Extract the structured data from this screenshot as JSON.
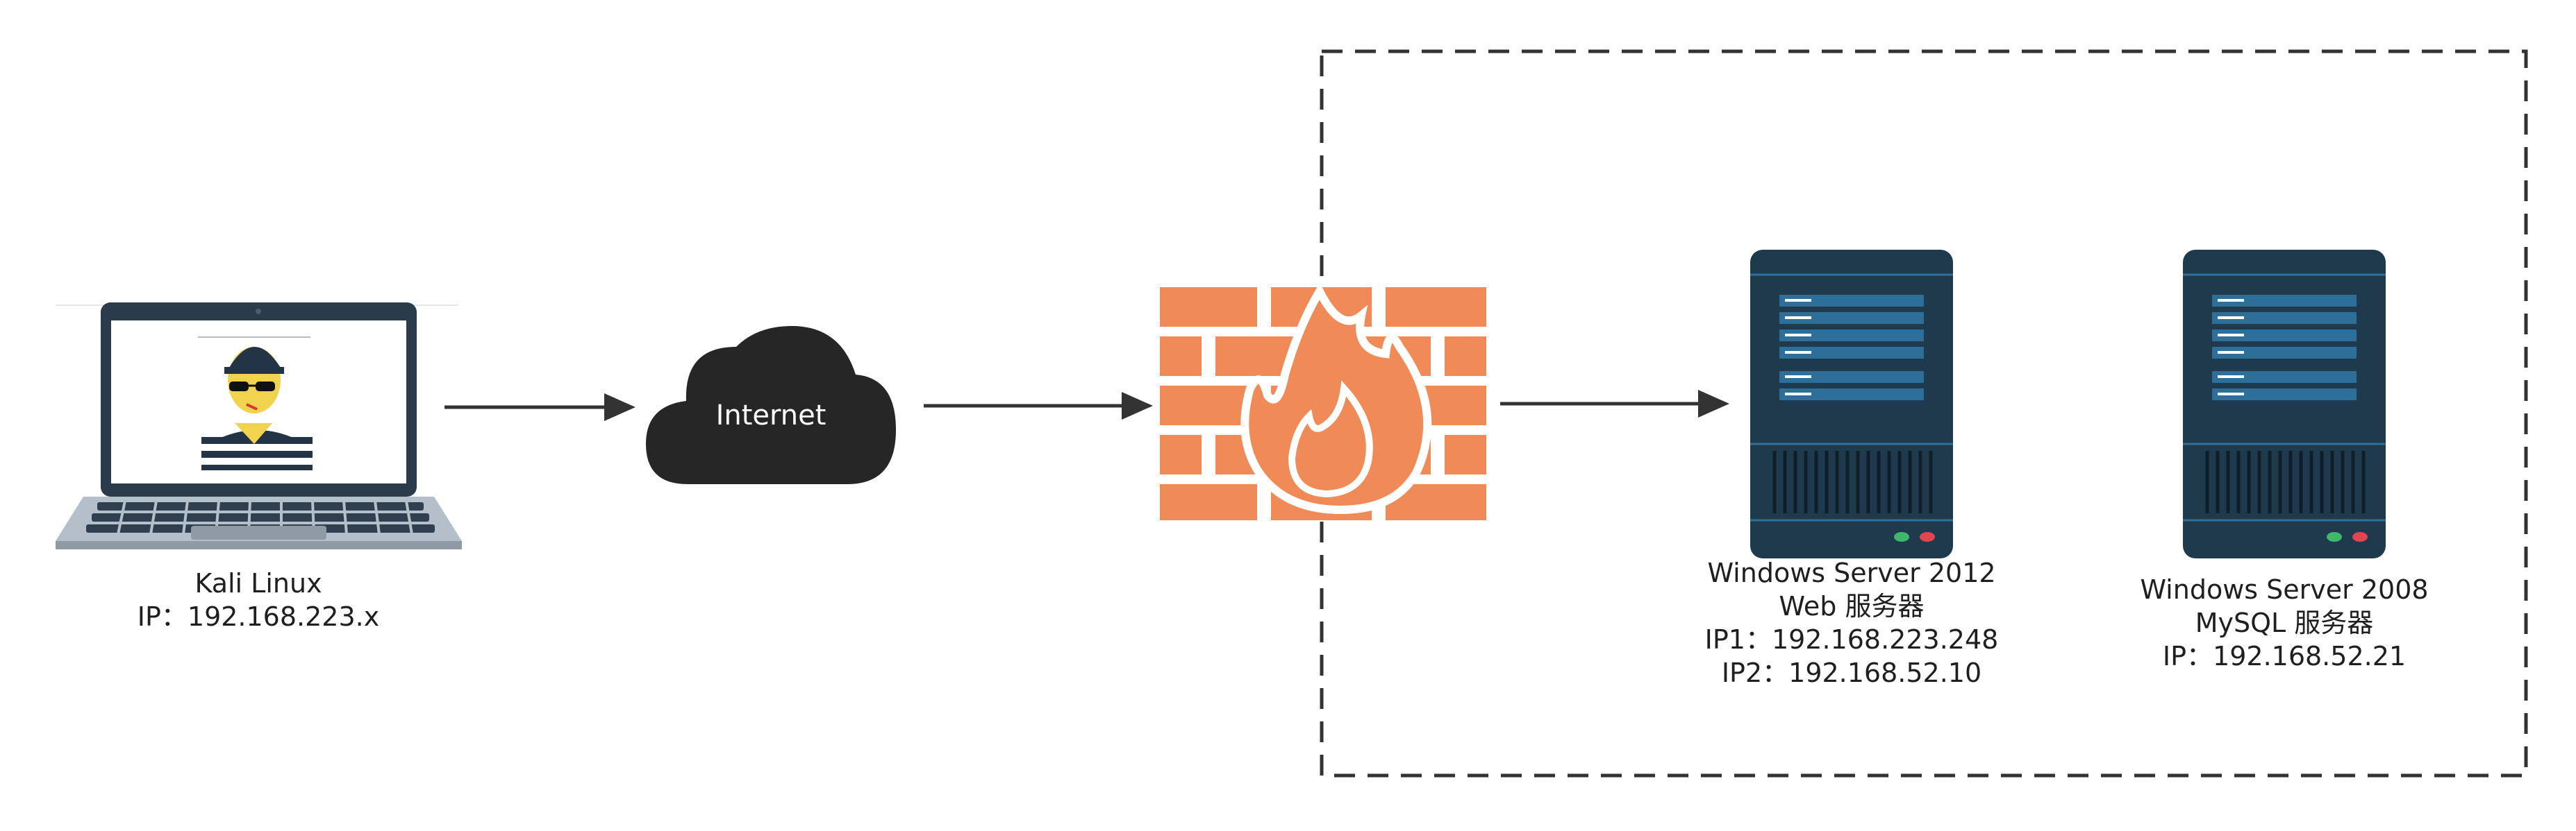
{
  "zone": {
    "border_style": "dashed",
    "border_color": "#333333"
  },
  "nodes": {
    "attacker": {
      "icon": "laptop-hacker-icon",
      "name": "Kali Linux",
      "ip": "IP：192.168.223.x"
    },
    "internet": {
      "icon": "cloud-icon",
      "label": "Internet",
      "fill": "#262626"
    },
    "firewall": {
      "icon": "firewall-icon",
      "brick_color": "#f08a56"
    },
    "web_server": {
      "icon": "server-icon",
      "os": "Windows Server 2012",
      "role": "Web 服务器",
      "ip1": "IP1：192.168.223.248",
      "ip2": "IP2：192.168.52.10"
    },
    "db_server": {
      "icon": "server-icon",
      "os": "Windows Server 2008",
      "role": "MySQL 服务器",
      "ip": "IP：192.168.52.21"
    }
  },
  "edges": [
    {
      "from": "attacker",
      "to": "internet"
    },
    {
      "from": "internet",
      "to": "firewall"
    },
    {
      "from": "firewall",
      "to": "web_server"
    }
  ],
  "colors": {
    "arrow": "#333333",
    "server_body": "#1e3a4c",
    "server_slot": "#2d6f99"
  }
}
